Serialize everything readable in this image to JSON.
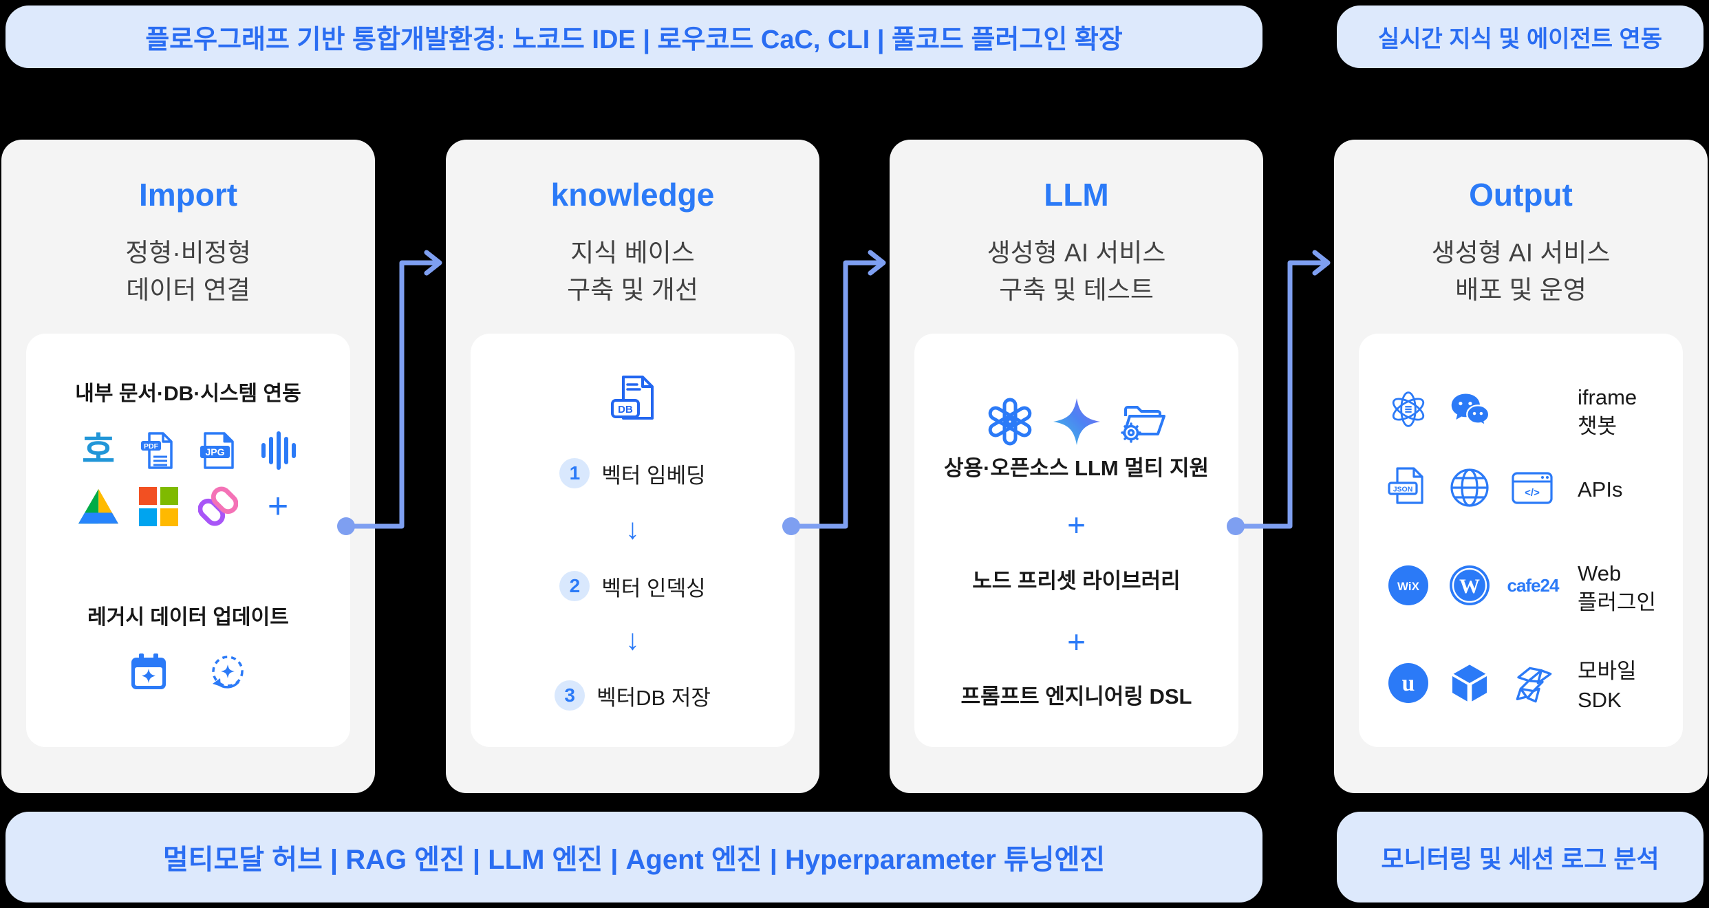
{
  "colors": {
    "accent": "#2b7af7",
    "banner-bg": "#dde9fc",
    "banner-text": "#2a6df2",
    "card-bg": "#f4f4f4",
    "connector": "#7e9ff1",
    "step-bg": "#d9e8fd"
  },
  "banners": {
    "top_left": "플로우그래프 기반 통합개발환경: 노코드 IDE | 로우코드 CaC, CLI | 풀코드 플러그인 확장",
    "top_right": "실시간 지식 및 에이전트 연동",
    "bottom_left": "멀티모달 허브 | RAG 엔진 | LLM 엔진 | Agent 엔진 | Hyperparameter 튜닝엔진",
    "bottom_right": "모니터링 및 세션 로그 분석"
  },
  "cards": {
    "import": {
      "title": "Import",
      "subtitle1": "정형·비정형",
      "subtitle2": "데이터 연결",
      "box_heading": "내부 문서·DB·시스템 연동",
      "legacy_heading": "레거시 데이터 업데이트",
      "icons": {
        "hwp": "호",
        "pdf": "PDF",
        "jpg": "JPG",
        "plus": "+"
      }
    },
    "knowledge": {
      "title": "knowledge",
      "subtitle1": "지식 베이스",
      "subtitle2": "구축 및 개선",
      "db_label": "DB",
      "arrow": "↓",
      "steps": [
        {
          "num": "1",
          "label": "벡터 임베딩"
        },
        {
          "num": "2",
          "label": "벡터 인덱싱"
        },
        {
          "num": "3",
          "label": "벡터DB 저장"
        }
      ]
    },
    "llm": {
      "title": "LLM",
      "subtitle1": "생성형 AI 서비스",
      "subtitle2": "구축 및 테스트",
      "item1": "상용·오픈소스 LLM 멀티 지원",
      "plus": "+",
      "item2": "노드 프리셋 라이브러리",
      "item3": "프롬프트 엔지니어링 DSL"
    },
    "output": {
      "title": "Output",
      "subtitle1": "생성형 AI 서비스",
      "subtitle2": "배포 및 운영",
      "rows": [
        {
          "label1": "iframe",
          "label2": "챗봇"
        },
        {
          "label1": "APIs",
          "label2": ""
        },
        {
          "label1": "Web",
          "label2": "플러그인"
        },
        {
          "label1": "모바일",
          "label2": "SDK"
        }
      ],
      "logo_text": {
        "json": "JSON",
        "code": "</>",
        "wix": "WiX",
        "wordpress": "W",
        "cafe24": "cafe24",
        "unreal": "u"
      }
    }
  }
}
